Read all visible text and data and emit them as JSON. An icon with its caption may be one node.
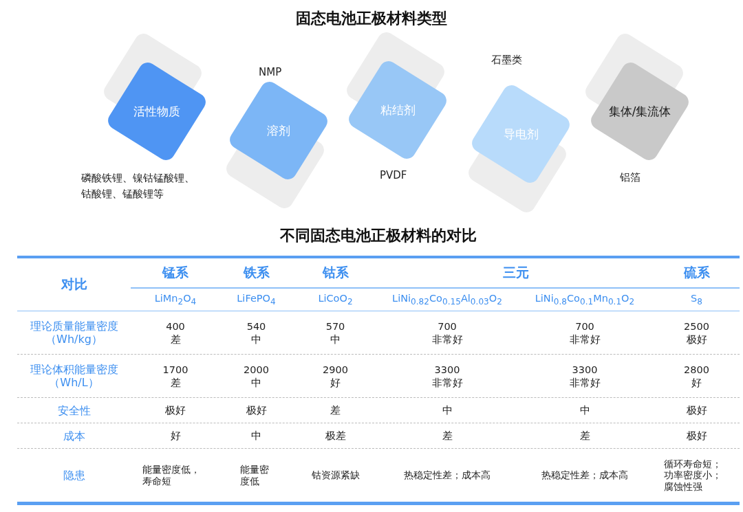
{
  "diagram": {
    "title": "固态电池正极材料类型",
    "nodes": [
      {
        "text": [
          "活性物质"
        ]
      },
      {
        "text": [
          "溶剂"
        ]
      },
      {
        "text": [
          "粘结剂"
        ]
      },
      {
        "text": [
          "导电剂"
        ]
      },
      {
        "text": [
          "集体/集流体"
        ]
      }
    ],
    "edges": [],
    "labels": [
      "NMP",
      "石墨类",
      "磷酸铁锂、镍钴锰酸锂、钴酸锂、锰酸锂等",
      "PVDF",
      "铝箔",
      "不同固态电池正极材料的对比",
      "对比",
      "锰系",
      "铁系",
      "钴系",
      "三元",
      "硫系",
      "LiMn$_{2}$O$_{4}$",
      "LiFePO$_{4}$",
      "LiCoO$_{2}$",
      "LiNi$_{0.82}$Co$_{0.15}$Al$_{0.03}$O$_{2}$",
      "LiNi$_{0.8}$Co$_{0.1}$Mn$_{0.1}$O$_{2}$",
      "S$_{8}$",
      "理论质量能量密度（Wh/kg）",
      "400 差",
      "540 中",
      "570 中",
      "700 非常好",
      "700 非常好",
      "2500 极好",
      "理论体积能量密度（Wh/L）",
      "1700 差",
      "2000 中",
      "2900 好",
      "3300 非常好",
      "3300 非常好",
      "2800 好",
      "安全性",
      "极好",
      "极好",
      "差",
      "中",
      "中",
      "极好",
      "成本",
      "好",
      "中",
      "极差",
      "差",
      "差",
      "极好",
      "隐患",
      "能量密度低，寿命短",
      "能量密度低",
      "钴资源紧缺",
      "热稳定性差；成本高",
      "热稳定性差；成本高",
      "循环寿命短；功率密度小；腐蚀性强"
    ]
  }
}
